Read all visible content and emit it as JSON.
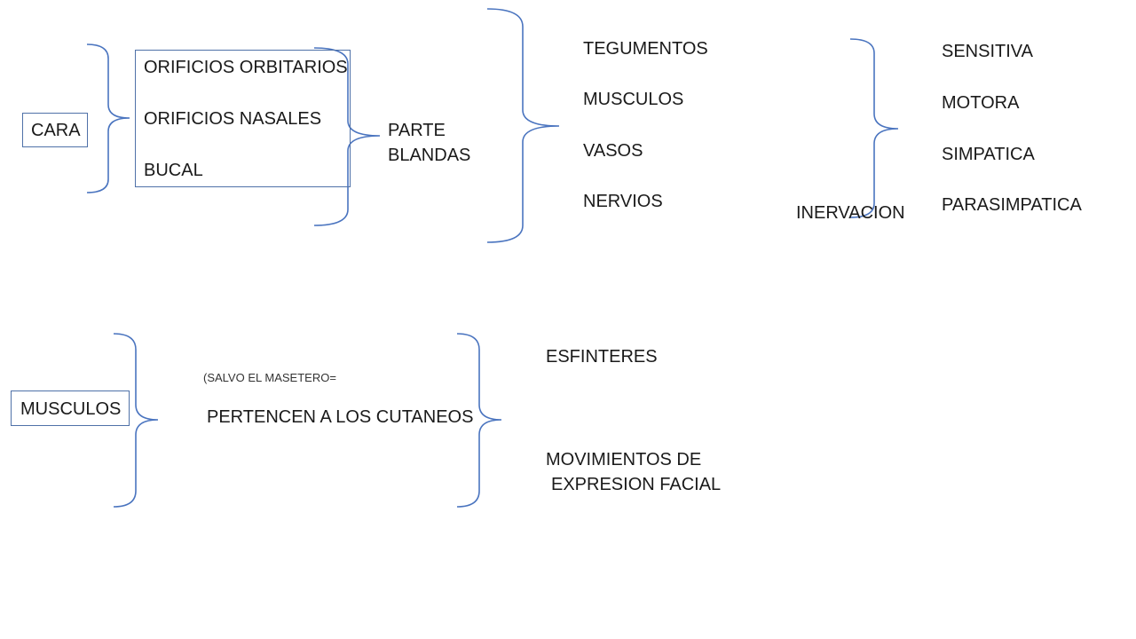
{
  "cara": {
    "label": "CARA",
    "orificios": [
      "ORIFICIOS ORBITARIOS",
      "ORIFICIOS NASALES",
      "BUCAL"
    ],
    "partes_blandas": [
      "PARTE",
      "BLANDAS"
    ],
    "componentes": [
      "TEGUMENTOS",
      "MUSCULOS",
      "VASOS",
      "NERVIOS"
    ],
    "inervacion_label": "INERVACION",
    "inervacion_tipos": [
      "SENSITIVA",
      "MOTORA",
      "SIMPATICA",
      "PARASIMPATICA"
    ]
  },
  "musculos": {
    "label": "MUSCULOS",
    "nota": "(SALVO EL MASETERO=",
    "pertenencia": "PERTENCEN A LOS CUTANEOS",
    "funciones": [
      "ESFINTERES",
      "MOVIMIENTOS DE",
      "EXPRESION FACIAL"
    ]
  },
  "colors": {
    "bracket": "#4a74bf",
    "box_border": "#4f71a8",
    "text": "#1a1a1a"
  }
}
